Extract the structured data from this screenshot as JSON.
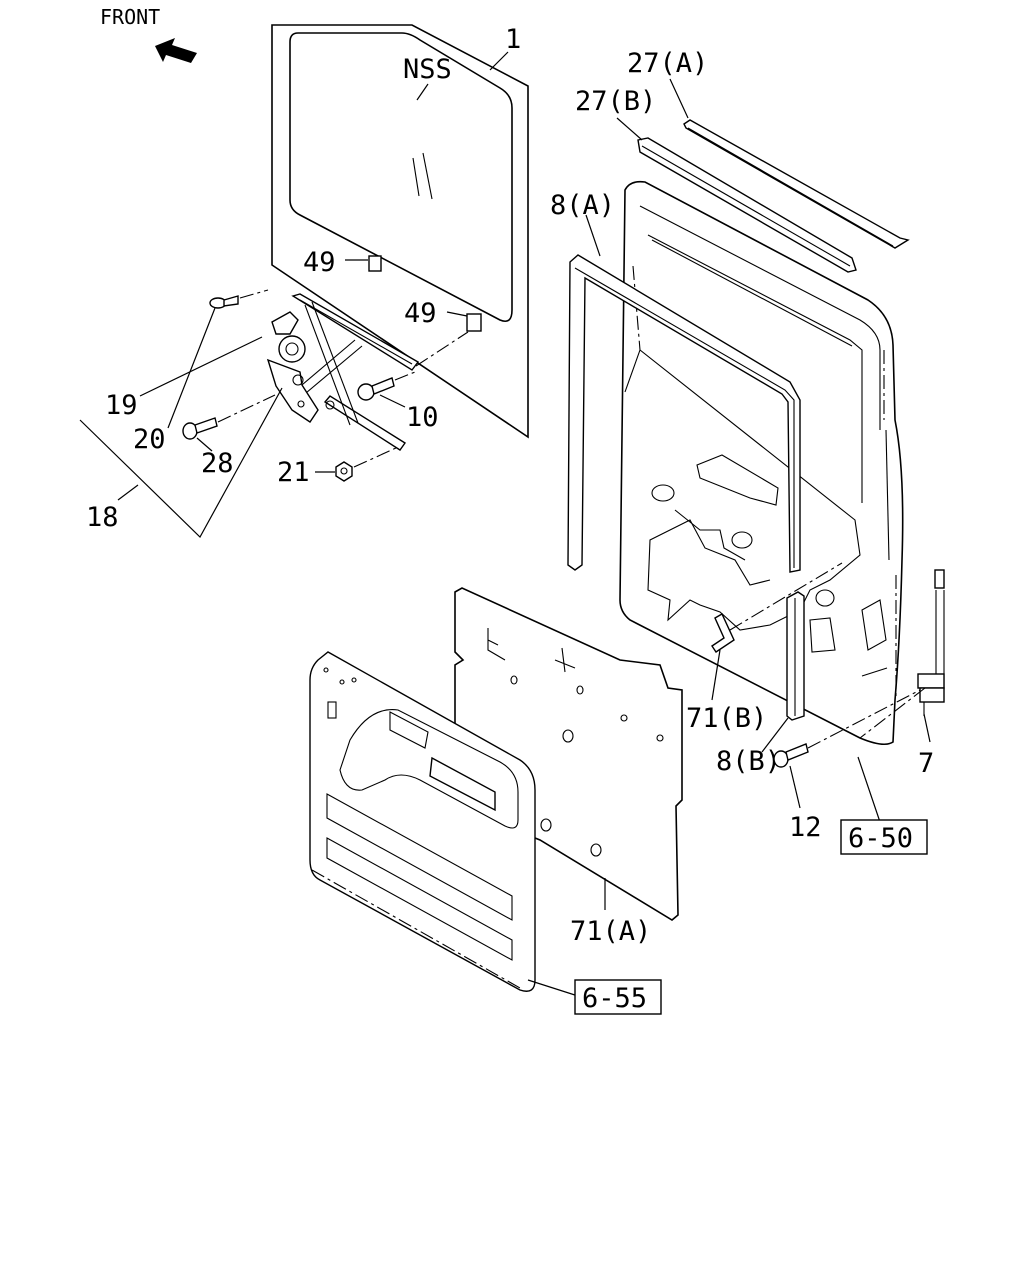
{
  "header": {
    "front_label": "FRONT"
  },
  "glass": {
    "marking": "NSS"
  },
  "callouts": {
    "c1": "1",
    "c27a": "27(A)",
    "c27b": "27(B)",
    "c8a": "8(A)",
    "c49a": "49",
    "c49b": "49",
    "c19": "19",
    "c20": "20",
    "c28": "28",
    "c10": "10",
    "c21": "21",
    "c18": "18",
    "c71b": "71(B)",
    "c8b": "8(B)",
    "c7": "7",
    "c12": "12",
    "c71a": "71(A)"
  },
  "references": {
    "ref650": "6-50",
    "ref655": "6-55"
  },
  "icons": {
    "front_arrow": "front-arrow-icon"
  }
}
